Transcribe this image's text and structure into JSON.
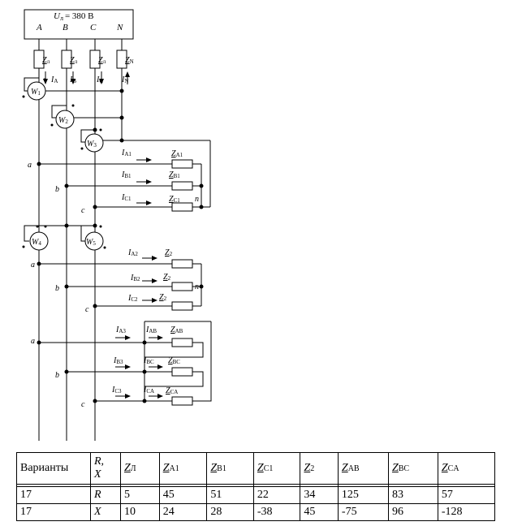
{
  "source": {
    "voltage_label": "U",
    "voltage_sub": "л",
    "voltage_value": "= 380 В"
  },
  "phases": [
    "A",
    "B",
    "C",
    "N"
  ],
  "line_impedances": [
    {
      "main": "Z",
      "sub": "л"
    },
    {
      "main": "Z",
      "sub": "л"
    },
    {
      "main": "Z",
      "sub": "л"
    },
    {
      "main": "Z",
      "sub": "N"
    }
  ],
  "line_currents": [
    {
      "main": "I",
      "sub": "A"
    },
    {
      "main": "I",
      "sub": "B"
    },
    {
      "main": "I",
      "sub": "C"
    },
    {
      "main": "I",
      "sub": "N"
    }
  ],
  "wattmeters": [
    {
      "main": "W",
      "sub": "1"
    },
    {
      "main": "W",
      "sub": "2"
    },
    {
      "main": "W",
      "sub": "3"
    },
    {
      "main": "W",
      "sub": "4"
    },
    {
      "main": "W",
      "sub": "5"
    }
  ],
  "node_labels": {
    "a": "a",
    "b": "b",
    "c": "c",
    "n": "n"
  },
  "load1": {
    "currents": [
      {
        "main": "I",
        "sub": "A1"
      },
      {
        "main": "I",
        "sub": "B1"
      },
      {
        "main": "I",
        "sub": "C1"
      }
    ],
    "impedances": [
      {
        "main": "Z",
        "sub": "A1"
      },
      {
        "main": "Z",
        "sub": "B1"
      },
      {
        "main": "Z",
        "sub": "C1"
      }
    ]
  },
  "load2": {
    "currents": [
      {
        "main": "I",
        "sub": "A2"
      },
      {
        "main": "I",
        "sub": "B2"
      },
      {
        "main": "I",
        "sub": "C2"
      }
    ],
    "impedances": [
      {
        "main": "Z",
        "sub": "2"
      },
      {
        "main": "Z",
        "sub": "2"
      },
      {
        "main": "Z",
        "sub": "2"
      }
    ]
  },
  "load3": {
    "line_currents": [
      {
        "main": "I",
        "sub": "A3"
      },
      {
        "main": "I",
        "sub": "B3"
      },
      {
        "main": "I",
        "sub": "C3"
      }
    ],
    "phase_currents": [
      {
        "main": "I",
        "sub": "AB"
      },
      {
        "main": "I",
        "sub": "BC"
      },
      {
        "main": "I",
        "sub": "CA"
      }
    ],
    "impedances": [
      {
        "main": "Z",
        "sub": "AB"
      },
      {
        "main": "Z",
        "sub": "BC"
      },
      {
        "main": "Z",
        "sub": "CA"
      }
    ]
  },
  "table": {
    "header_first": "Варианты",
    "header_rx_1": "R,",
    "header_rx_2": "X",
    "columns": [
      {
        "main": "Z",
        "sub": "Л"
      },
      {
        "main": "Z",
        "sub": "A1"
      },
      {
        "main": "Z",
        "sub": "B1"
      },
      {
        "main": "Z",
        "sub": "C1"
      },
      {
        "main": "Z",
        "sub": "2"
      },
      {
        "main": "Z",
        "sub": "AB"
      },
      {
        "main": "Z",
        "sub": "BC"
      },
      {
        "main": "Z",
        "sub": "CA"
      }
    ],
    "rows": [
      {
        "variant": "17",
        "kind": "R",
        "values": [
          "5",
          "45",
          "51",
          "22",
          "34",
          "125",
          "83",
          "57"
        ]
      },
      {
        "variant": "17",
        "kind": "X",
        "values": [
          "10",
          "24",
          "28",
          "-38",
          "45",
          "-75",
          "96",
          "-128"
        ]
      }
    ]
  }
}
